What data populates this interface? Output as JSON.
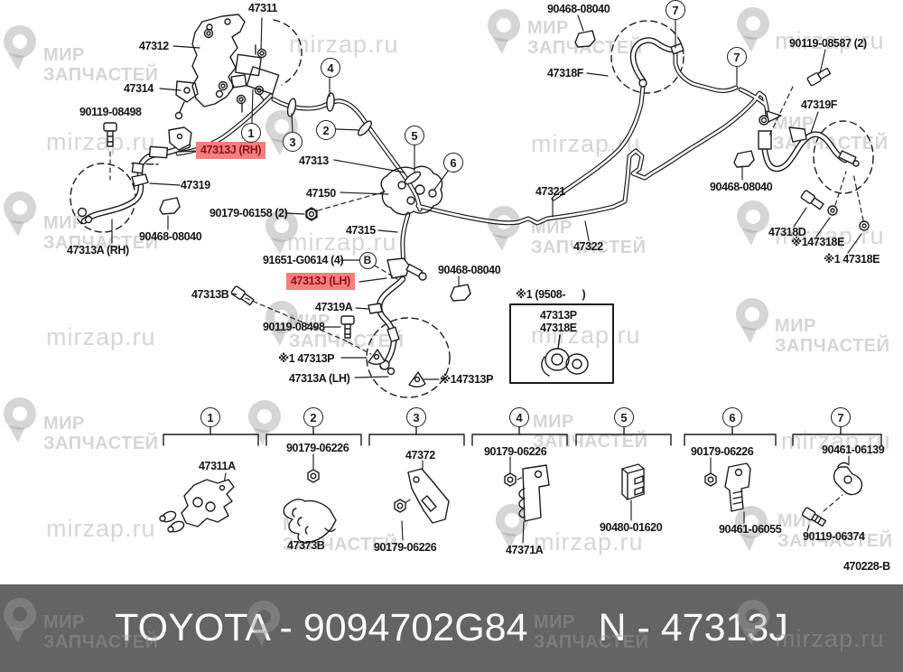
{
  "watermark": {
    "brand_line1": "МИР",
    "brand_line2": "ЗАПЧАСТЕЙ",
    "url": "mirzap.ru"
  },
  "diagram": {
    "code_label": "470228-B",
    "highlights": [
      {
        "id": "hRH",
        "text": "47313J (RH)"
      },
      {
        "id": "hLH",
        "text": "47313J (LH)"
      }
    ],
    "labels": [
      {
        "id": "l47311",
        "text": "47311"
      },
      {
        "id": "l47312",
        "text": "47312"
      },
      {
        "id": "l47314",
        "text": "47314"
      },
      {
        "id": "l90119a",
        "text": "90119-08498"
      },
      {
        "id": "l47313",
        "text": "47313"
      },
      {
        "id": "l47319",
        "text": "47319"
      },
      {
        "id": "l47150",
        "text": "47150"
      },
      {
        "id": "l90179_06158",
        "text": "90179-06158 (2)"
      },
      {
        "id": "l90468L",
        "text": "90468-08040"
      },
      {
        "id": "l47313A_RH",
        "text": "47313A (RH)"
      },
      {
        "id": "l47315",
        "text": "47315"
      },
      {
        "id": "l91651",
        "text": "91651-G0614 (4)"
      },
      {
        "id": "l47313B",
        "text": "47313B"
      },
      {
        "id": "l47319A",
        "text": "47319A"
      },
      {
        "id": "l90119b",
        "text": "90119-08498"
      },
      {
        "id": "ls1a",
        "text": "※1 47313P"
      },
      {
        "id": "l47313A_LH",
        "text": "47313A (LH)"
      },
      {
        "id": "ls1b",
        "text": "※147313P"
      },
      {
        "id": "l90468M",
        "text": "90468-08040"
      },
      {
        "id": "l47321",
        "text": "47321"
      },
      {
        "id": "l47322",
        "text": "47322"
      },
      {
        "id": "l90468T",
        "text": "90468-08040"
      },
      {
        "id": "l47318F",
        "text": "47318F"
      },
      {
        "id": "l90119c",
        "text": "90119-08587 (2)"
      },
      {
        "id": "l47319F",
        "text": "47319F"
      },
      {
        "id": "l90468R",
        "text": "90468-08040"
      },
      {
        "id": "l47318D",
        "text": "47318D"
      },
      {
        "id": "lE1",
        "text": "※147318E"
      },
      {
        "id": "lE2",
        "text": "※1 47318E"
      },
      {
        "id": "lboxT",
        "text": "※1 (9508-      )"
      },
      {
        "id": "lbox1",
        "text": "47313P"
      },
      {
        "id": "lbox2",
        "text": "47318E"
      },
      {
        "id": "g1l",
        "text": "47311A"
      },
      {
        "id": "g2l1",
        "text": "90179-06226"
      },
      {
        "id": "g2l2",
        "text": "47373B"
      },
      {
        "id": "g3l1",
        "text": "47372"
      },
      {
        "id": "g3l2",
        "text": "90179-06226"
      },
      {
        "id": "g4l1",
        "text": "90179-06226"
      },
      {
        "id": "g4l2",
        "text": "47371A"
      },
      {
        "id": "g5l",
        "text": "90480-01620"
      },
      {
        "id": "g6l1",
        "text": "90179-06226"
      },
      {
        "id": "g6l2",
        "text": "90461-06055"
      },
      {
        "id": "g7l1",
        "text": "90461-06139"
      },
      {
        "id": "g7l2",
        "text": "90119-06374"
      },
      {
        "id": "lcode",
        "text": "470228-B"
      }
    ],
    "callouts": [
      {
        "id": "c1",
        "label": "1"
      },
      {
        "id": "c2",
        "label": "2"
      },
      {
        "id": "c3",
        "label": "3"
      },
      {
        "id": "c4",
        "label": "4"
      },
      {
        "id": "c5",
        "label": "5"
      },
      {
        "id": "c6",
        "label": "6"
      },
      {
        "id": "c7a",
        "label": "7"
      },
      {
        "id": "c7b",
        "label": "7"
      },
      {
        "id": "cB",
        "label": "B"
      },
      {
        "id": "g1",
        "label": "1"
      },
      {
        "id": "g2",
        "label": "2"
      },
      {
        "id": "g3",
        "label": "3"
      },
      {
        "id": "g4",
        "label": "4"
      },
      {
        "id": "g5",
        "label": "5"
      },
      {
        "id": "g6",
        "label": "6"
      },
      {
        "id": "g7",
        "label": "7"
      }
    ]
  },
  "footer": {
    "left": "TOYOTA - 9094702G84",
    "right": "N - 47313J"
  },
  "colors": {
    "line": "#1c1c1c",
    "highlight_bg": "#f37f7f",
    "highlight_text": "#8f1414",
    "footer_bg": "#646464",
    "footer_text": "#fbfbfb"
  }
}
